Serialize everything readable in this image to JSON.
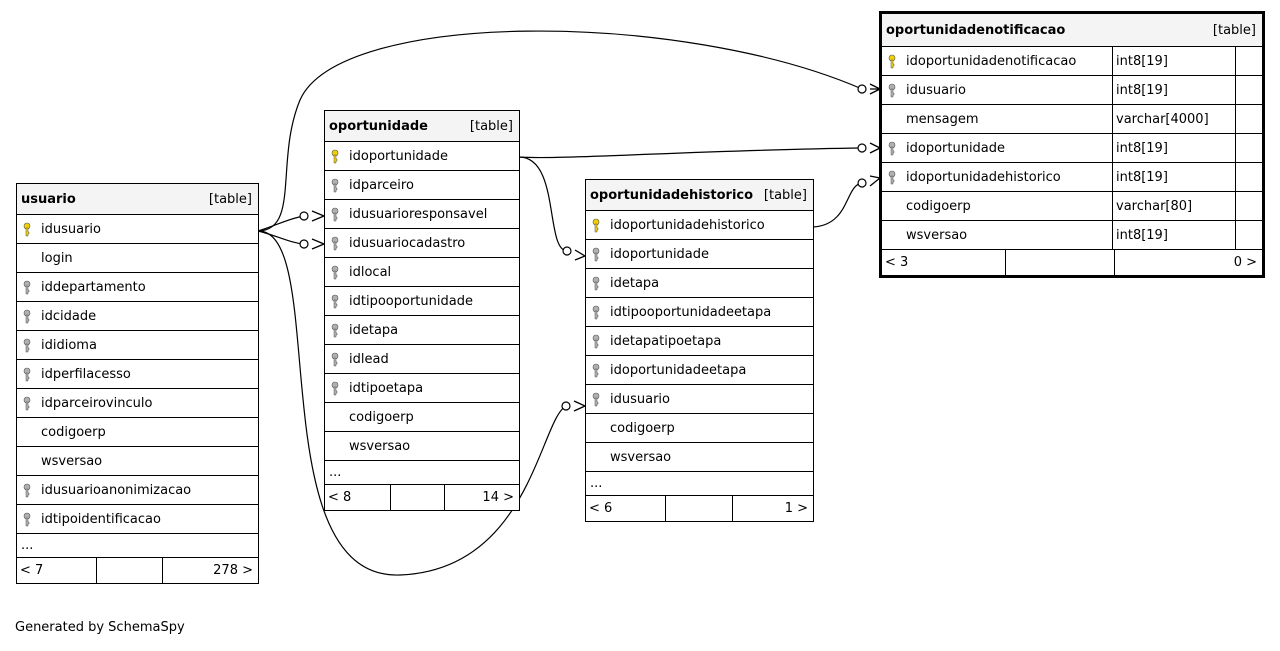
{
  "footer_text": "Generated by SchemaSpy",
  "tables": {
    "usuario": {
      "name": "usuario",
      "kind": "[table]",
      "columns": [
        {
          "name": "idusuario",
          "icon": "primary-key-icon"
        },
        {
          "name": "login",
          "icon": ""
        },
        {
          "name": "iddepartamento",
          "icon": "foreign-key-icon"
        },
        {
          "name": "idcidade",
          "icon": "foreign-key-icon"
        },
        {
          "name": "ididioma",
          "icon": "foreign-key-icon"
        },
        {
          "name": "idperfilacesso",
          "icon": "foreign-key-icon"
        },
        {
          "name": "idparceirovinculo",
          "icon": "foreign-key-icon"
        },
        {
          "name": "codigoerp",
          "icon": ""
        },
        {
          "name": "wsversao",
          "icon": ""
        },
        {
          "name": "idusuarioanonimizacao",
          "icon": "foreign-key-icon"
        },
        {
          "name": "idtipoidentificacao",
          "icon": "foreign-key-icon"
        }
      ],
      "more": "...",
      "footer": {
        "left": "< 7",
        "right": "278 >"
      }
    },
    "oportunidade": {
      "name": "oportunidade",
      "kind": "[table]",
      "columns": [
        {
          "name": "idoportunidade",
          "icon": "primary-key-icon"
        },
        {
          "name": "idparceiro",
          "icon": "foreign-key-icon"
        },
        {
          "name": "idusuarioresponsavel",
          "icon": "foreign-key-icon"
        },
        {
          "name": "idusuariocadastro",
          "icon": "foreign-key-icon"
        },
        {
          "name": "idlocal",
          "icon": "foreign-key-icon"
        },
        {
          "name": "idtipooportunidade",
          "icon": "foreign-key-icon"
        },
        {
          "name": "idetapa",
          "icon": "foreign-key-icon"
        },
        {
          "name": "idlead",
          "icon": "foreign-key-icon"
        },
        {
          "name": "idtipoetapa",
          "icon": "foreign-key-icon"
        },
        {
          "name": "codigoerp",
          "icon": ""
        },
        {
          "name": "wsversao",
          "icon": ""
        }
      ],
      "more": "...",
      "footer": {
        "left": "< 8",
        "right": "14 >"
      }
    },
    "oportunidadehistorico": {
      "name": "oportunidadehistorico",
      "kind": "[table]",
      "columns": [
        {
          "name": "idoportunidadehistorico",
          "icon": "primary-key-icon"
        },
        {
          "name": "idoportunidade",
          "icon": "foreign-key-icon"
        },
        {
          "name": "idetapa",
          "icon": "foreign-key-icon"
        },
        {
          "name": "idtipooportunidadeetapa",
          "icon": "foreign-key-icon"
        },
        {
          "name": "idetapatipoetapa",
          "icon": "foreign-key-icon"
        },
        {
          "name": "idoportunidadeetapa",
          "icon": "foreign-key-icon"
        },
        {
          "name": "idusuario",
          "icon": "foreign-key-icon"
        },
        {
          "name": "codigoerp",
          "icon": ""
        },
        {
          "name": "wsversao",
          "icon": ""
        }
      ],
      "more": "...",
      "footer": {
        "left": "< 6",
        "right": "1 >"
      }
    },
    "oportunidadenotificacao": {
      "name": "oportunidadenotificacao",
      "kind": "[table]",
      "columns": [
        {
          "name": "idoportunidadenotificacao",
          "type": "int8[19]",
          "icon": "primary-key-icon"
        },
        {
          "name": "idusuario",
          "type": "int8[19]",
          "icon": "foreign-key-icon"
        },
        {
          "name": "mensagem",
          "type": "varchar[4000]",
          "icon": ""
        },
        {
          "name": "idoportunidade",
          "type": "int8[19]",
          "icon": "foreign-key-icon"
        },
        {
          "name": "idoportunidadehistorico",
          "type": "int8[19]",
          "icon": "foreign-key-icon"
        },
        {
          "name": "codigoerp",
          "type": "varchar[80]",
          "icon": ""
        },
        {
          "name": "wsversao",
          "type": "int8[19]",
          "icon": ""
        }
      ],
      "footer": {
        "left": "< 3",
        "right": "0 >"
      }
    }
  },
  "colors": {
    "primary_key": "#f0d000",
    "foreign_key": "#b0b0b0",
    "header_bg": "#f4f4f4",
    "line": "#000000"
  }
}
